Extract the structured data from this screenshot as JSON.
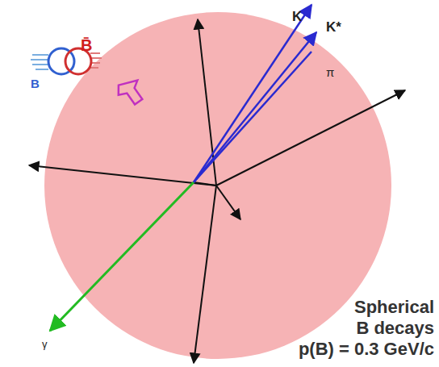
{
  "diagram": {
    "labels": [
      "K",
      "K*",
      "π",
      "B̄",
      "B",
      "γ",
      "Spherical",
      "B decays",
      "p(B) = 0.3 GeV/c"
    ]
  }
}
